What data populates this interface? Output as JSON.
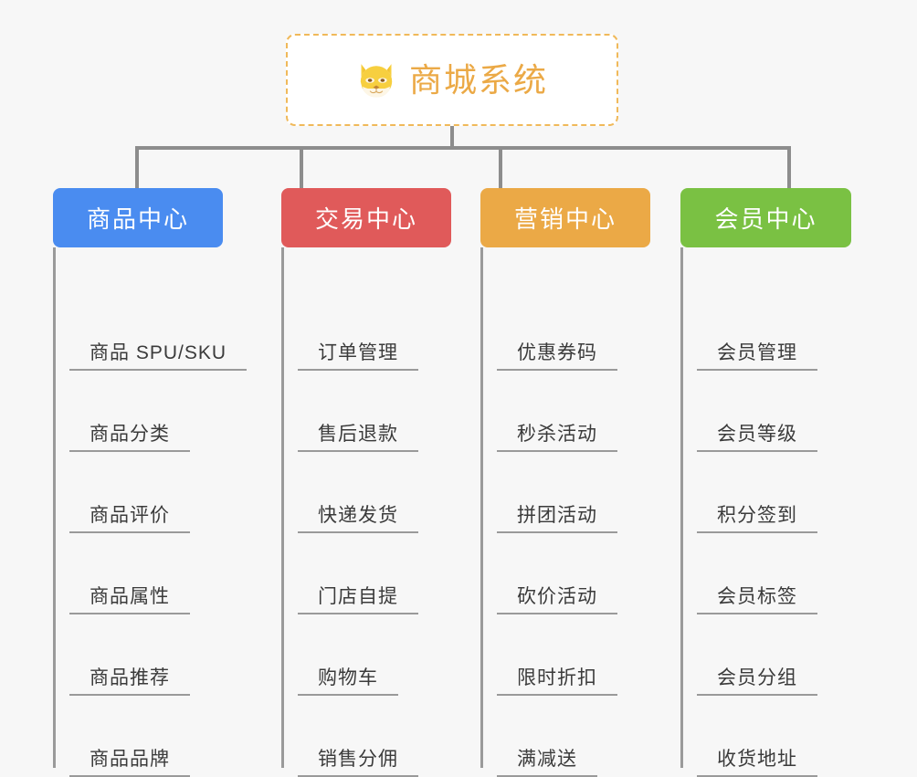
{
  "page": {
    "background_color": "#f7f7f7",
    "title": "商城系统功能架构图"
  },
  "root": {
    "label": "商城系统",
    "icon": "dog-face-icon",
    "border_color": "#f0b95a",
    "text_color": "#eba946",
    "background_color": "#ffffff"
  },
  "connector": {
    "color": "#8d8d8d"
  },
  "columns": [
    {
      "header": "商品中心",
      "color": "#4a8cf0",
      "items": [
        "商品 SPU/SKU",
        "商品分类",
        "商品评价",
        "商品属性",
        "商品推荐",
        "商品品牌"
      ]
    },
    {
      "header": "交易中心",
      "color": "#e05a5a",
      "items": [
        "订单管理",
        "售后退款",
        "快递发货",
        "门店自提",
        "购物车",
        "销售分佣"
      ]
    },
    {
      "header": "营销中心",
      "color": "#eba946",
      "items": [
        "优惠券码",
        "秒杀活动",
        "拼团活动",
        "砍价活动",
        "限时折扣",
        "满减送"
      ]
    },
    {
      "header": "会员中心",
      "color": "#7ac143",
      "items": [
        "会员管理",
        "会员等级",
        "积分签到",
        "会员标签",
        "会员分组",
        "收货地址"
      ]
    }
  ]
}
